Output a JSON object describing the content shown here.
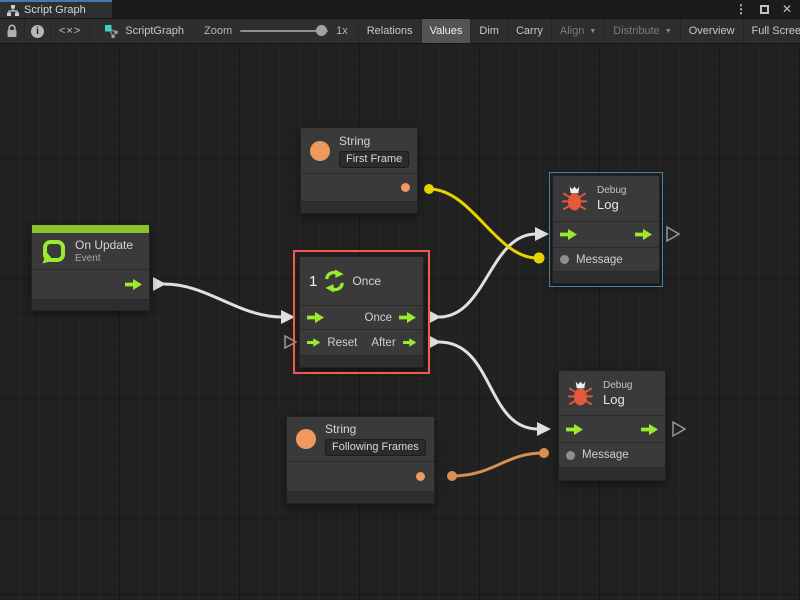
{
  "window": {
    "tab_title": "Script Graph",
    "controls": {
      "menu_glyph": "⋮",
      "close_glyph": "✕"
    }
  },
  "toolbar": {
    "code_glyph": "<×>",
    "graph_label": "ScriptGraph",
    "zoom_label": "Zoom",
    "zoom_value": "1x",
    "dropdown_glyph": "▼",
    "buttons": [
      {
        "label": "Relations",
        "active": false,
        "enabled": true
      },
      {
        "label": "Values",
        "active": true,
        "enabled": true
      },
      {
        "label": "Dim",
        "active": false,
        "enabled": true
      },
      {
        "label": "Carry",
        "active": false,
        "enabled": true
      },
      {
        "label": "Align",
        "active": false,
        "enabled": false,
        "dropdown": true
      },
      {
        "label": "Distribute",
        "active": false,
        "enabled": false,
        "dropdown": true
      },
      {
        "label": "Overview",
        "active": false,
        "enabled": true
      },
      {
        "label": "Full Screen",
        "active": false,
        "enabled": true
      }
    ]
  },
  "nodes": {
    "string_first": {
      "title": "String",
      "value": "First Frame"
    },
    "on_update": {
      "title": "On Update",
      "subtitle": "Event"
    },
    "once": {
      "badge": "1",
      "title": "Once",
      "reset_label": "Reset",
      "once_out_label": "Once",
      "after_out_label": "After"
    },
    "debug_log_top": {
      "category": "Debug",
      "title": "Log",
      "message_label": "Message"
    },
    "debug_log_bottom": {
      "category": "Debug",
      "title": "Log",
      "message_label": "Message"
    },
    "string_following": {
      "title": "String",
      "value": "Following Frames"
    }
  },
  "colors": {
    "flow-green": "#9bea30",
    "value-orange": "#ee9a5f",
    "wire-white": "#e0e0e0",
    "wire-yellow": "#e6d300",
    "wire-orange": "#d7904f",
    "selection-red": "#f25c50",
    "highlight-blue": "#4a82a5",
    "event-green": "#8ac22e",
    "bug-red": "#e4593b",
    "tab-accent-blue": "#4679b2",
    "icon-teal": "#3fd1b4"
  }
}
